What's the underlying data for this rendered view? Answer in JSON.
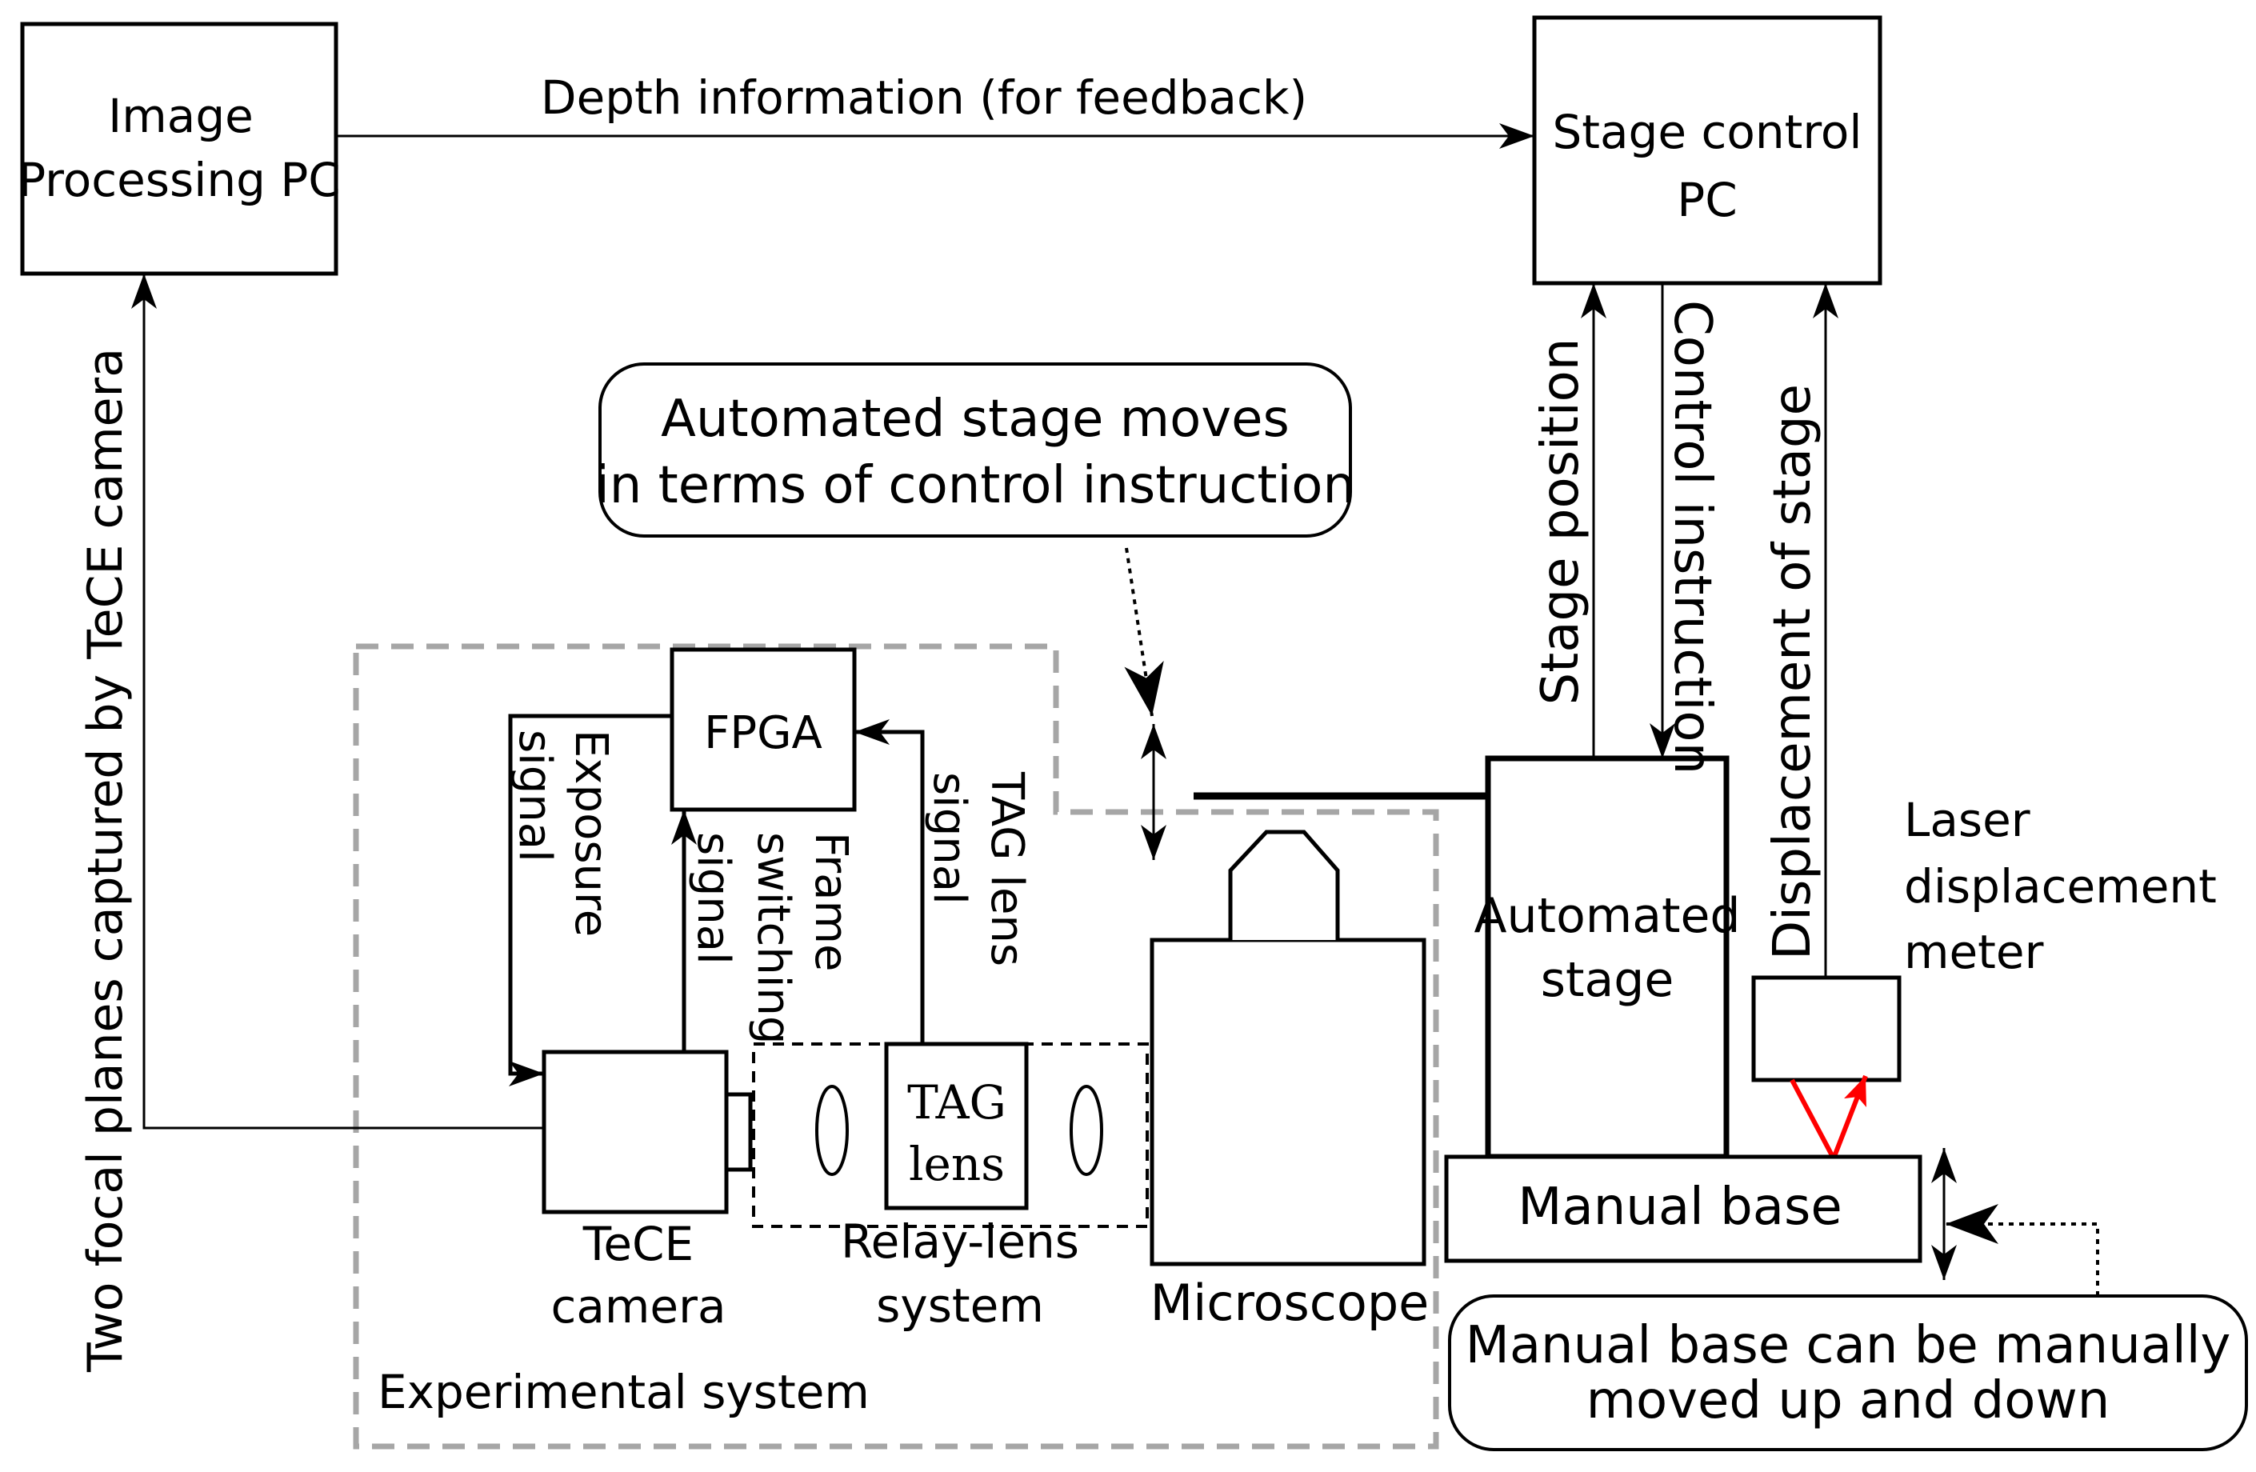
{
  "blocks": {
    "image_pc": [
      "Image",
      "Processing PC"
    ],
    "stage_pc": [
      "Stage control",
      "PC"
    ],
    "fpga": "FPGA",
    "tag_lens": [
      "TAG",
      "lens"
    ],
    "automated_stage": [
      "Automated",
      "stage"
    ],
    "manual_base": "Manual base"
  },
  "labels": {
    "depth_info": "Depth information (for feedback)",
    "two_focal": "Two focal planes captured by TeCE camera",
    "stage_position": "Stage position",
    "control_instruction": "Control instruction",
    "displacement": "Displacement of stage",
    "exposure": [
      "Exposure",
      "signal"
    ],
    "frame_switching": [
      "Frame",
      "switching",
      "signal"
    ],
    "tag_signal": [
      "TAG lens",
      "signal"
    ],
    "tece_camera": [
      "TeCE",
      "camera"
    ],
    "relay_lens": [
      "Relay-lens",
      "system"
    ],
    "microscope": "Microscope",
    "laser": [
      "Laser",
      "displacement",
      "meter"
    ],
    "experimental_system": "Experimental system"
  },
  "callouts": {
    "automated_stage_note": [
      "Automated stage moves",
      "in terms of control instruction"
    ],
    "manual_base_note": [
      "Manual base can be manually",
      "moved up and down"
    ]
  },
  "colors": {
    "line": "#000000",
    "dashed_boundary": "#a6a6a6",
    "laser_beam": "#ff0000"
  }
}
